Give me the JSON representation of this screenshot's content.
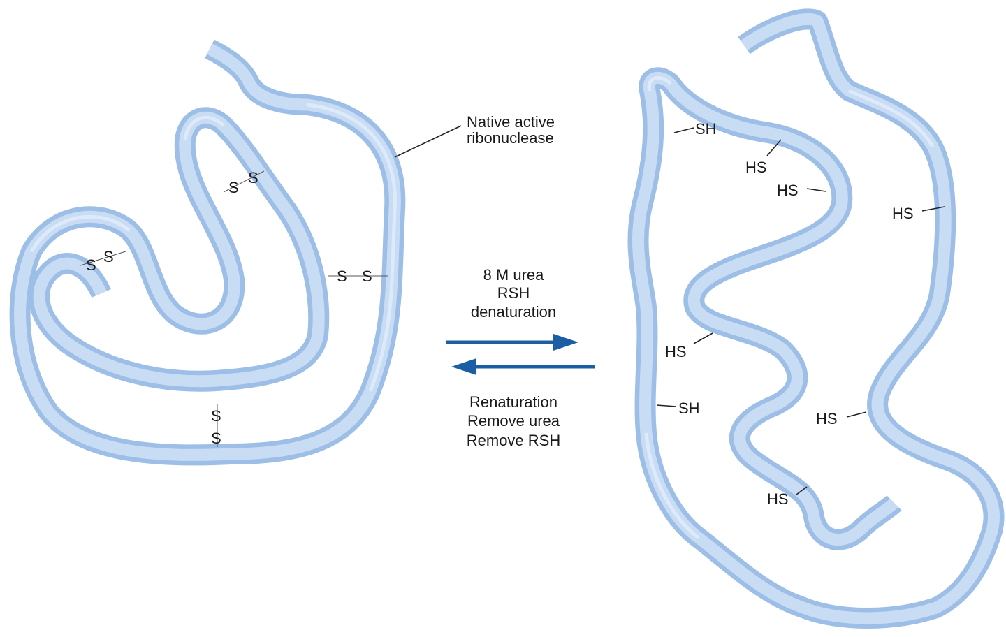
{
  "native": {
    "label_line1": "Native active",
    "label_line2": "ribonuclease",
    "disulfides": [
      {
        "a": "S",
        "b": "S"
      },
      {
        "a": "S",
        "b": "S"
      },
      {
        "a": "S",
        "b": "S"
      },
      {
        "a": "S",
        "b": "S"
      }
    ]
  },
  "forward": {
    "line1": "8 M urea",
    "line2": "RSH",
    "line3": "denaturation"
  },
  "reverse": {
    "line1": "Renaturation",
    "line2": "Remove urea",
    "line3": "Remove RSH"
  },
  "denatured": {
    "thiols": [
      "SH",
      "HS",
      "HS",
      "HS",
      "HS",
      "SH",
      "HS",
      "HS"
    ]
  },
  "colors": {
    "ribbon": "#c8dcf4",
    "ribbon_edge": "#9dbee6",
    "arrow": "#1b5ea3"
  }
}
